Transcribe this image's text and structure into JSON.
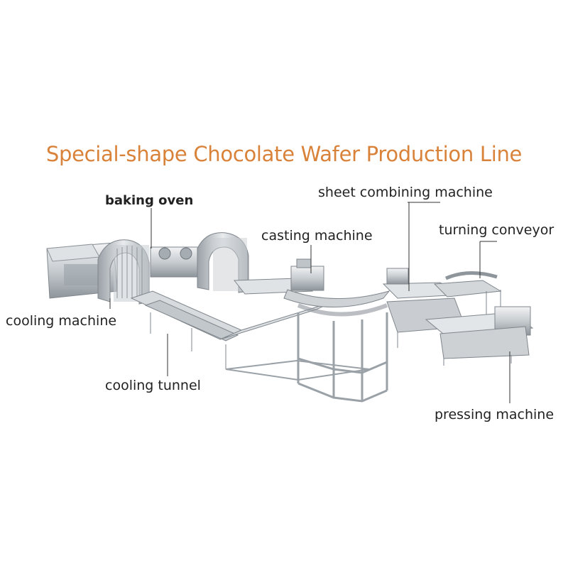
{
  "title": "Special-shape Chocolate Wafer Production Line",
  "labels": {
    "baking_oven": "baking oven",
    "sheet_combining_machine": "sheet combining machine",
    "casting_machine": "casting machine",
    "turning_conveyor": "turning conveyor",
    "cooling_machine": "cooling machine",
    "cooling_tunnel": "cooling tunnel",
    "pressing_machine": "pressing machine"
  },
  "colors": {
    "title": "#d9823a",
    "steel_light": "#e6e8ea",
    "steel_mid": "#b9bec3",
    "steel_dark": "#7f868c",
    "leader_line": "#333333"
  }
}
